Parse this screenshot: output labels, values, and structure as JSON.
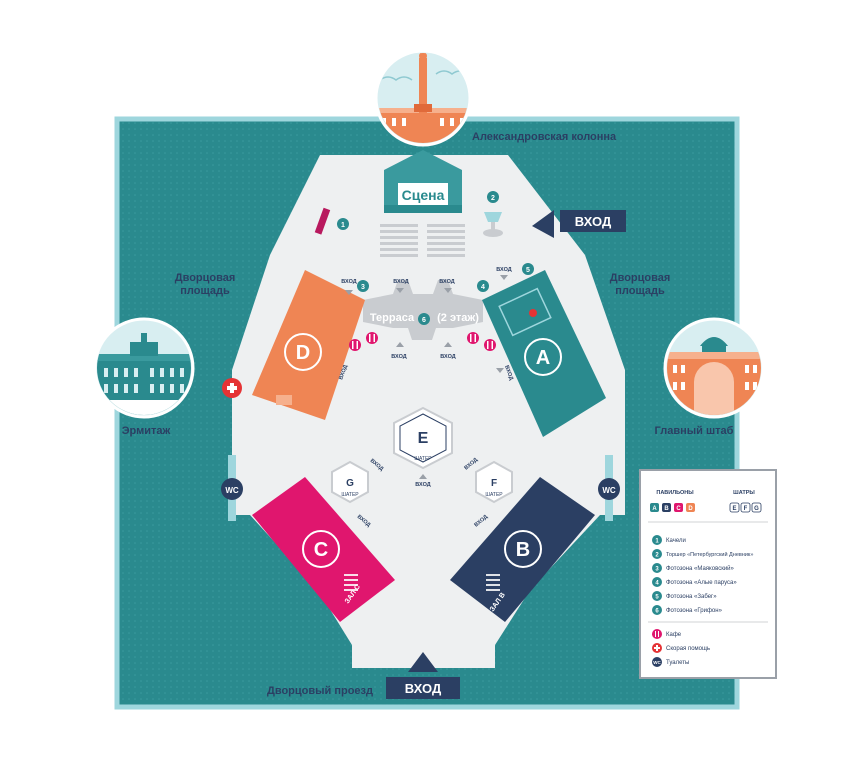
{
  "colors": {
    "square": "#2a8a8e",
    "square_border": "#9ed6dd",
    "plaza": "#eef0f1",
    "pavilion_a": "#2a8a8e",
    "pavilion_b": "#2b3f63",
    "pavilion_c": "#e0166e",
    "pavilion_d": "#ef8554",
    "navy": "#2b3f63",
    "pink": "#e0166e",
    "red": "#e53335"
  },
  "landmarks": {
    "column": "Александровская колонна",
    "hermitage": "Эрмитаж",
    "general_staff": "Главный штаб",
    "palace_square_left_1": "Дворцовая",
    "palace_square_left_2": "площадь",
    "palace_square_right_1": "Дворцовая",
    "palace_square_right_2": "площадь",
    "palace_passage": "Дворцовый проезд"
  },
  "stage": {
    "label": "Сцена"
  },
  "entrances": {
    "main_right": "ВХОД",
    "main_bottom": "ВХОД"
  },
  "terrace": {
    "label": "Терраса",
    "floor": "(2 этаж)"
  },
  "small_labels": {
    "vhod": "ВХОД",
    "shater": "ШАТЕР",
    "hall_c": "ЗАЛ С",
    "hall_b": "ЗАЛ B",
    "wc": "WC"
  },
  "pavilions": {
    "a": "A",
    "b": "B",
    "c": "C",
    "d": "D"
  },
  "tents": {
    "e": "E",
    "f": "F",
    "g": "G"
  },
  "numbers": [
    "1",
    "2",
    "3",
    "4",
    "5",
    "6"
  ],
  "legend": {
    "pavilions_title": "ПАВИЛЬОНЫ",
    "tents_title": "ШАТРЫ",
    "pavilion_codes": [
      "A",
      "B",
      "C",
      "D"
    ],
    "tent_codes": [
      "E",
      "F",
      "G"
    ],
    "items": [
      {
        "num": "1",
        "text": "Качели"
      },
      {
        "num": "2",
        "text": "Торшер «Петербургский Дневник»"
      },
      {
        "num": "3",
        "text": "Фотозона «Маяковский»"
      },
      {
        "num": "4",
        "text": "Фотозона «Алые паруса»"
      },
      {
        "num": "5",
        "text": "Фотозона «Забег»"
      },
      {
        "num": "6",
        "text": "Фотозона «Грифон»"
      }
    ],
    "cafe": "Кафе",
    "first_aid": "Скорая помощь",
    "toilets": "Туалеты",
    "wc": "WC"
  }
}
